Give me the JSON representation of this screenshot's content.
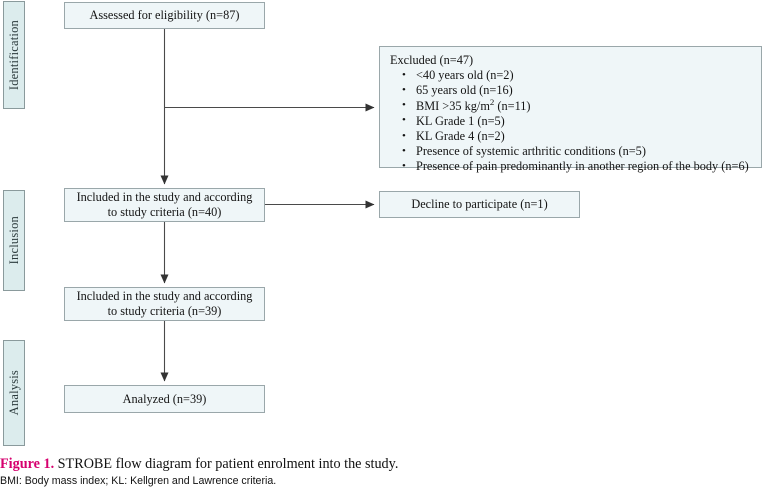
{
  "figure": {
    "caption_label": "Figure 1.",
    "caption_text": " STROBE flow diagram for patient enrolment into the study.",
    "footnote": "BMI: Body mass index; KL: Kellgren and Lawrence criteria.",
    "label_color": "#d6006e"
  },
  "stages": [
    {
      "name": "identification",
      "label": "Identification"
    },
    {
      "name": "inclusion",
      "label": "Inclusion"
    },
    {
      "name": "analysis",
      "label": "Analysis"
    }
  ],
  "boxes": {
    "assessed": "Assessed for eligibility (n=87)",
    "included_40_line1": "Included in the study and according",
    "included_40_line2": "to study criteria (n=40)",
    "included_39_line1": "Included in the study and according",
    "included_39_line2": "to study criteria (n=39)",
    "analyzed": "Analyzed (n=39)",
    "decline": "Decline to participate (n=1)"
  },
  "excluded": {
    "title": "Excluded (n=47)",
    "items": [
      "<40 years old (n=2)",
      "65 years old (n=16)",
      "BMI >35 kg/m2 (n=11)",
      "KL Grade 1 (n=5)",
      "KL Grade 4 (n=2)",
      "Presence of systemic arthritic conditions (n=5)",
      "Presence of pain predominantly in another region of the body (n=6)"
    ]
  },
  "style": {
    "box_fill": "#eff6f8",
    "box_border": "#9aa7aa",
    "stage_fill": "#dceced",
    "stage_border": "#8a9a9c",
    "connector_color": "#4a4a4a"
  },
  "flow": {
    "nodes": [
      "assessed",
      "excluded",
      "included_40",
      "decline",
      "included_39",
      "analyzed"
    ],
    "edges": [
      {
        "from": "assessed",
        "to": "excluded"
      },
      {
        "from": "assessed",
        "to": "included_40"
      },
      {
        "from": "included_40",
        "to": "decline"
      },
      {
        "from": "included_40",
        "to": "included_39"
      },
      {
        "from": "included_39",
        "to": "analyzed"
      }
    ]
  }
}
